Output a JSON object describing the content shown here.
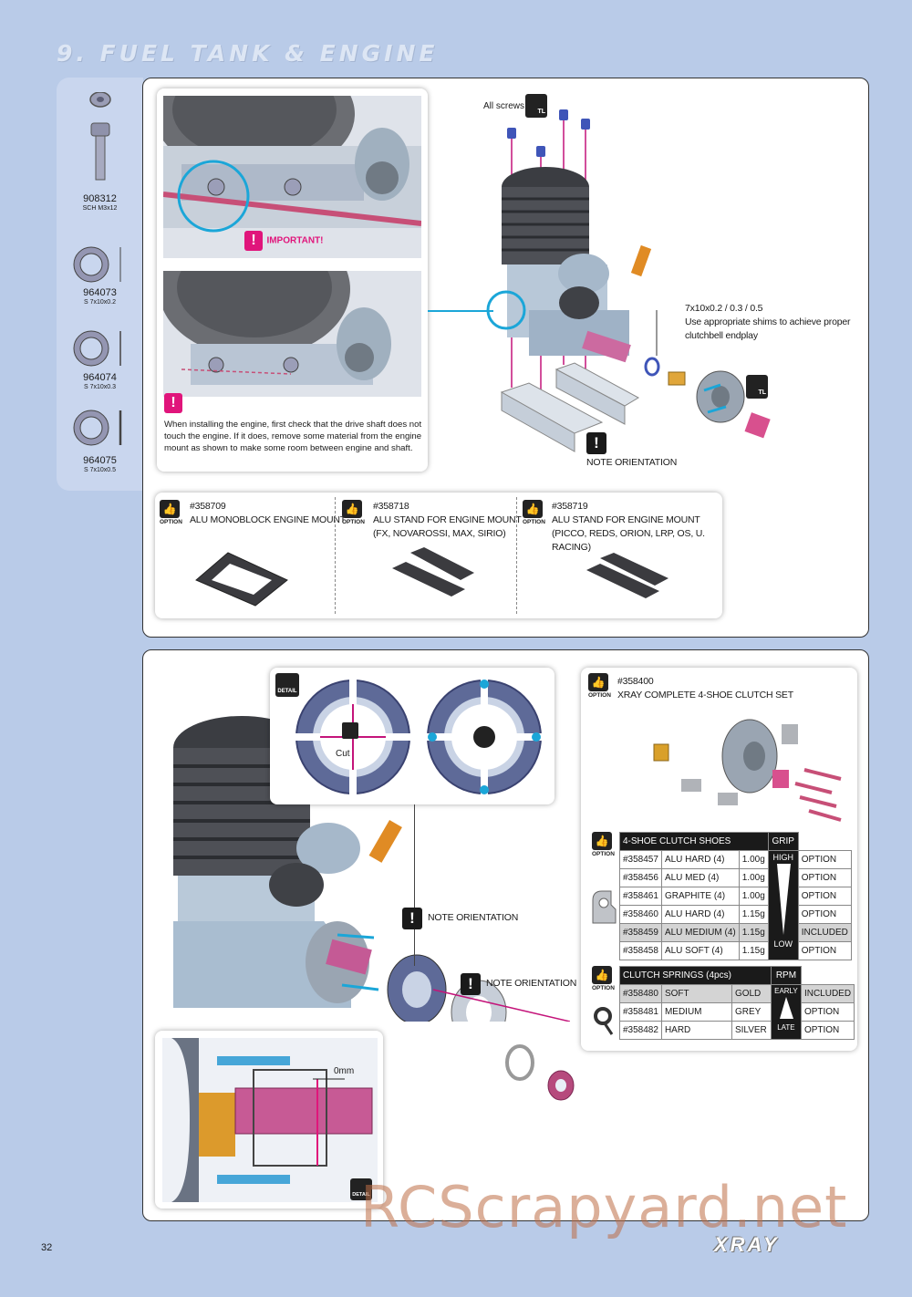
{
  "header": {
    "title": "9. FUEL TANK & ENGINE"
  },
  "parts": [
    {
      "code": "908312",
      "desc": "SCH M3x12"
    },
    {
      "code": "964073",
      "desc": "S 7x10x0.2"
    },
    {
      "code": "964074",
      "desc": "S 7x10x0.3"
    },
    {
      "code": "964075",
      "desc": "S 7x10x0.5"
    }
  ],
  "step1": {
    "important_label": "IMPORTANT!",
    "important_icon": "!",
    "install_note": "When installing the engine, first check that the drive shaft does not touch the engine. If it does, remove some material from the engine mount as shown to make some room between engine and shaft.",
    "all_screws": "All screws",
    "tl_label": "TL",
    "shim_spec": "7x10x0.2 / 0.3 / 0.5",
    "shim_note": "Use appropriate shims to achieve proper clutchbell endplay",
    "note_orientation": "NOTE ORIENTATION",
    "options": [
      {
        "number": "#358709",
        "name": "ALU MONOBLOCK ENGINE MOUNT",
        "name2": ""
      },
      {
        "number": "#358718",
        "name": "ALU STAND FOR ENGINE MOUNT",
        "name2": "(FX, NOVAROSSI, MAX, SIRIO)"
      },
      {
        "number": "#358719",
        "name": "ALU STAND FOR ENGINE MOUNT",
        "name2": "(PICCO, REDS, ORION, LRP, OS, U. RACING)"
      }
    ],
    "option_label": "OPTION"
  },
  "step2": {
    "detail_label": "DETAIL",
    "cut_label": "Cut",
    "note_orientation_1": "NOTE ORIENTATION",
    "note_orientation_2": "NOTE ORIENTATION",
    "gap_label": "0mm",
    "clutch_set": {
      "number": "#358400",
      "name": "XRAY COMPLETE 4-SHOE CLUTCH SET"
    },
    "shoes": {
      "header": "4-SHOE CLUTCH SHOES",
      "grip": "GRIP",
      "high": "HIGH",
      "low": "LOW",
      "rows": [
        {
          "code": "#358457",
          "name": "ALU HARD (4)",
          "weight": "1.00g",
          "status": "OPTION",
          "shaded": false
        },
        {
          "code": "#358456",
          "name": "ALU MED (4)",
          "weight": "1.00g",
          "status": "OPTION",
          "shaded": false
        },
        {
          "code": "#358461",
          "name": "GRAPHITE (4)",
          "weight": "1.00g",
          "status": "OPTION",
          "shaded": false
        },
        {
          "code": "#358460",
          "name": "ALU HARD (4)",
          "weight": "1.15g",
          "status": "OPTION",
          "shaded": false
        },
        {
          "code": "#358459",
          "name": "ALU MEDIUM (4)",
          "weight": "1.15g",
          "status": "INCLUDED",
          "shaded": true
        },
        {
          "code": "#358458",
          "name": "ALU SOFT (4)",
          "weight": "1.15g",
          "status": "OPTION",
          "shaded": false
        }
      ]
    },
    "springs": {
      "header": "CLUTCH SPRINGS (4pcs)",
      "rpm": "RPM",
      "early": "EARLY",
      "late": "LATE",
      "rows": [
        {
          "code": "#358480",
          "name": "SOFT",
          "color": "GOLD",
          "status": "INCLUDED",
          "shaded": true
        },
        {
          "code": "#358481",
          "name": "MEDIUM",
          "color": "GREY",
          "status": "OPTION",
          "shaded": false
        },
        {
          "code": "#358482",
          "name": "HARD",
          "color": "SILVER",
          "status": "OPTION",
          "shaded": false
        }
      ]
    }
  },
  "footer": {
    "page": "32",
    "brand": "XRAY",
    "watermark": "RCScrapyard.net"
  },
  "colors": {
    "page_bg": "#b9cbe8",
    "magenta": "#e0157b",
    "cyan": "#21a9d8",
    "steel": "#8d8fa0"
  }
}
